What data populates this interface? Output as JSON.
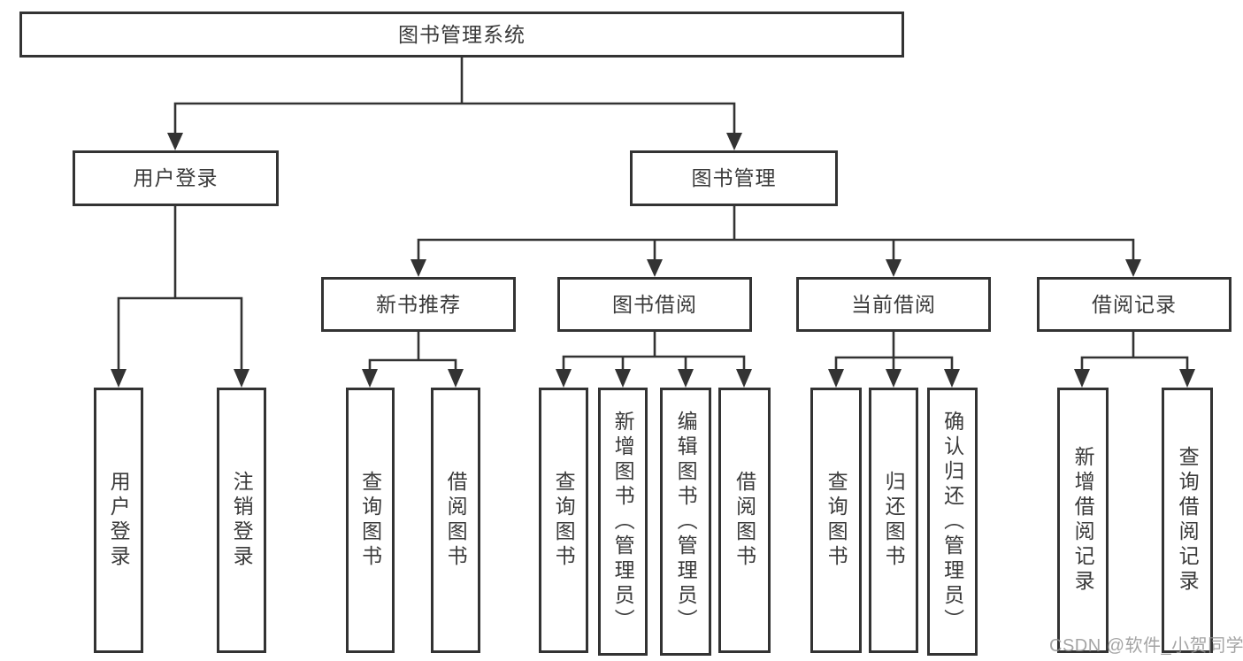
{
  "diagram": {
    "root": {
      "label": "图书管理系统"
    },
    "branches": [
      {
        "label": "用户登录",
        "children": [
          {
            "label": "用户登录"
          },
          {
            "label": "注销登录"
          }
        ]
      },
      {
        "label": "图书管理",
        "children": [
          {
            "label": "新书推荐",
            "children": [
              {
                "label": "查询图书"
              },
              {
                "label": "借阅图书"
              }
            ]
          },
          {
            "label": "图书借阅",
            "children": [
              {
                "label": "查询图书"
              },
              {
                "label": "新增图书（管理员）"
              },
              {
                "label": "编辑图书（管理员）"
              },
              {
                "label": "借阅图书"
              }
            ]
          },
          {
            "label": "当前借阅",
            "children": [
              {
                "label": "查询图书"
              },
              {
                "label": "归还图书"
              },
              {
                "label": "确认归还（管理员）"
              }
            ]
          },
          {
            "label": "借阅记录",
            "children": [
              {
                "label": "新增借阅记录"
              },
              {
                "label": "查询借阅记录"
              }
            ]
          }
        ]
      }
    ]
  },
  "watermark": {
    "text": "CSDN @软件_小贺同学"
  },
  "colors": {
    "line": "#333333",
    "box_border": "#333333",
    "text": "#3a3a3a",
    "background": "#ffffff",
    "watermark": "#949494"
  }
}
